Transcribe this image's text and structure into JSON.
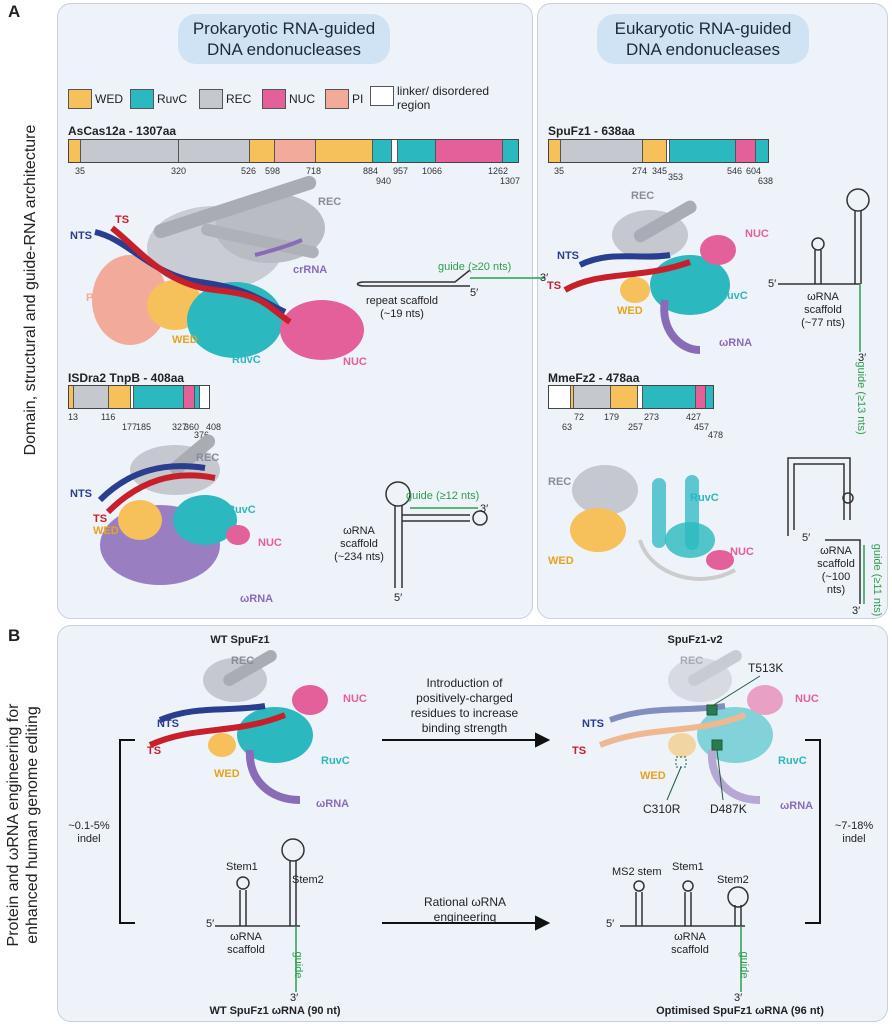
{
  "colors": {
    "WED": "#f6c05a",
    "RuvC": "#2bb9bf",
    "REC": "#c5c8cf",
    "NUC": "#e4609b",
    "PI": "#f2aa9b",
    "linker": "#ffffff",
    "guide": "#2e9e4f",
    "nts": "#2a3e8f",
    "ts": "#c8202a",
    "rna": "#8a6bb8"
  },
  "panelA": {
    "letter": "A",
    "side_title": "Domain, structural and guide-RNA architecture",
    "pro_title": "Prokaryotic RNA-guided DNA endonucleases",
    "euk_title": "Eukaryotic RNA-guided DNA endonucleases"
  },
  "legend": [
    {
      "label": "WED",
      "color": "WED"
    },
    {
      "label": "RuvC",
      "color": "RuvC"
    },
    {
      "label": "REC",
      "color": "REC"
    },
    {
      "label": "NUC",
      "color": "NUC"
    },
    {
      "label": "PI",
      "color": "PI"
    },
    {
      "label": "linker/ disordered region",
      "color": "linker"
    }
  ],
  "proteins": {
    "ascas12a": {
      "title": "AsCas12a - 1307aa",
      "ticks": [
        "35",
        "320",
        "526",
        "598",
        "718",
        "884",
        "940",
        "957",
        "1066",
        "1262",
        "1307"
      ]
    },
    "tnpb": {
      "title": "ISDra2 TnpB - 408aa",
      "ticks": [
        "13",
        "116",
        "177",
        "185",
        "327",
        "360",
        "376",
        "408"
      ]
    },
    "spufz1": {
      "title": "SpuFz1 - 638aa",
      "ticks": [
        "35",
        "274",
        "345",
        "353",
        "546",
        "604",
        "638"
      ]
    },
    "mmefz2": {
      "title": "MmeFz2 - 478aa",
      "ticks": [
        "63",
        "72",
        "179",
        "257",
        "273",
        "427",
        "457",
        "478"
      ]
    }
  },
  "structure_labels": {
    "REC": "REC",
    "NTS": "NTS",
    "TS": "TS",
    "PI": "PI",
    "WED": "WED",
    "RuvC": "RuvC",
    "NUC": "NUC",
    "crRNA": "crRNA",
    "wRNA": "ωRNA"
  },
  "rna": {
    "ascas12a": {
      "guide": "guide (≥20 nts)",
      "scaffold": "repeat scaffold (~19 nts)",
      "p5": "5′",
      "p3": "3′"
    },
    "tnpb": {
      "guide": "guide (≥12 nts)",
      "scaffold": "ωRNA scaffold (~234 nts)",
      "p5": "5′",
      "p3": "3′"
    },
    "spufz1": {
      "guide": "guide (≥13 nts)",
      "scaffold": "ωRNA scaffold (~77 nts)",
      "p5": "5′",
      "p3": "3′"
    },
    "mmefz2": {
      "guide": "guide (≥11 nts)",
      "scaffold": "ωRNA scaffold (~100 nts)",
      "p5": "5′",
      "p3": "3′"
    }
  },
  "panelB": {
    "letter": "B",
    "side_title_1": "Protein and ωRNA engineering for",
    "side_title_2": "enhanced human genome editing",
    "wt_title": "WT SpuFz1",
    "v2_title": "SpuFz1-v2",
    "arrow1": "Introduction of positively-charged residues to increase binding strength",
    "arrow2": "Rational ωRNA engineering",
    "left_indel": "~0.1-5% indel",
    "right_indel": "~7-18% indel",
    "mut1": "T513K",
    "mut2": "C310R",
    "mut3": "D487K",
    "stem1": "Stem1",
    "stem2": "Stem2",
    "ms2": "MS2 stem",
    "scaffold": "ωRNA scaffold",
    "guide": "guide",
    "p5": "5′",
    "p3": "3′",
    "wt_rna_title": "WT SpuFz1 ωRNA (90 nt)",
    "opt_rna_title": "Optimised SpuFz1 ωRNA (96 nt)"
  }
}
